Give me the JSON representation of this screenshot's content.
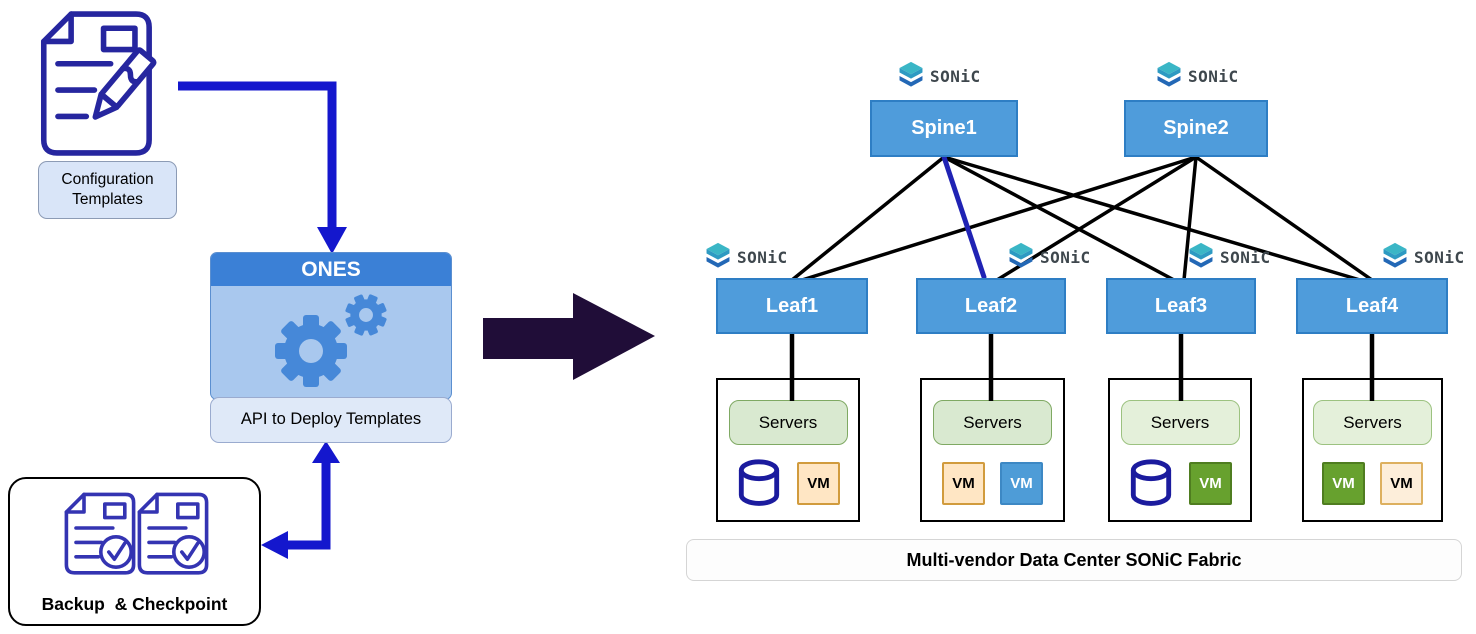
{
  "diagram": {
    "left": {
      "config_templates_label": "Configuration Templates",
      "ones_title": "ONES",
      "api_label": "API to Deploy Templates",
      "backup_label": "Backup  & Checkpoint"
    },
    "topology": {
      "sonic_logo_text": "SONiC",
      "spines": [
        {
          "label": "Spine1"
        },
        {
          "label": "Spine2"
        }
      ],
      "leaves": [
        {
          "label": "Leaf1"
        },
        {
          "label": "Leaf2"
        },
        {
          "label": "Leaf3"
        },
        {
          "label": "Leaf4"
        }
      ],
      "server_groups": [
        {
          "label": "Servers",
          "items": [
            "database",
            "vm-orange"
          ]
        },
        {
          "label": "Servers",
          "items": [
            "vm-orange",
            "vm-blue"
          ]
        },
        {
          "label": "Servers",
          "items": [
            "database",
            "vm-green"
          ]
        },
        {
          "label": "Servers",
          "items": [
            "vm-green",
            "vm-orange-light"
          ]
        }
      ],
      "vm_label": "VM",
      "links": {
        "spine1_to": [
          "Leaf1",
          "Leaf2",
          "Leaf3",
          "Leaf4"
        ],
        "spine2_to": [
          "Leaf1",
          "Leaf2",
          "Leaf3",
          "Leaf4"
        ],
        "highlighted_link": "Spine1-Leaf2"
      },
      "fabric_label": "Multi-vendor Data Center SONiC Fabric"
    },
    "colors": {
      "node_blue": "#4f9cdb",
      "node_blue_border": "#2e7ec4",
      "ones_header_blue": "#3b80d6",
      "ones_body_blue": "#a9c8ee",
      "flow_arrow_blue": "#1417cd",
      "highlight_link_navy": "#2023b4",
      "link_black": "#000000",
      "dark_arrow": "#200d38",
      "icon_navy": "#26269f",
      "servers_green_fill": "#d9e9d0",
      "servers_green_border": "#7fa963",
      "vm_orange_fill": "#ffe6c4",
      "vm_orange_border": "#d19b3d",
      "vm_blue_fill": "#4e9cd7",
      "vm_green_fill": "#67a12e",
      "sonic_teal": "#3ab6c6",
      "sonic_blue": "#2368b6"
    }
  }
}
